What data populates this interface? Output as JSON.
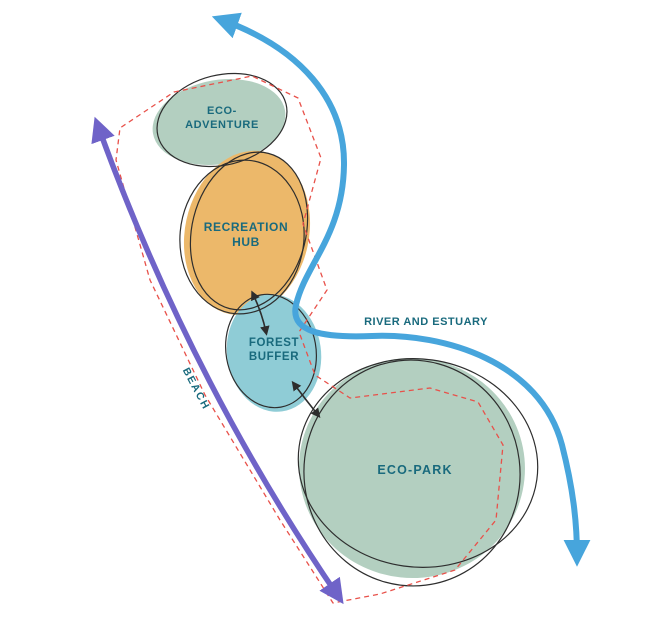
{
  "diagram": {
    "zones": {
      "eco_adventure": {
        "line1": "ECO-",
        "line2": "ADVENTURE"
      },
      "recreation_hub": {
        "line1": "RECREATION",
        "line2": "HUB"
      },
      "forest_buffer": {
        "line1": "FOREST",
        "line2": "BUFFER"
      },
      "eco_park": {
        "label": "ECO-PARK"
      }
    },
    "annotations": {
      "river_estuary": "RIVER AND ESTUARY",
      "beach": "BEACH"
    },
    "colors": {
      "zone_green": "#b3cfc0",
      "zone_orange": "#ecb86a",
      "zone_teal": "#8fccd6",
      "river_blue": "#47a5dc",
      "beach_purple": "#6f63c8",
      "boundary_red": "#e8514a",
      "sketch_black": "#2e2e2e",
      "label_teal": "#196a7d"
    }
  }
}
